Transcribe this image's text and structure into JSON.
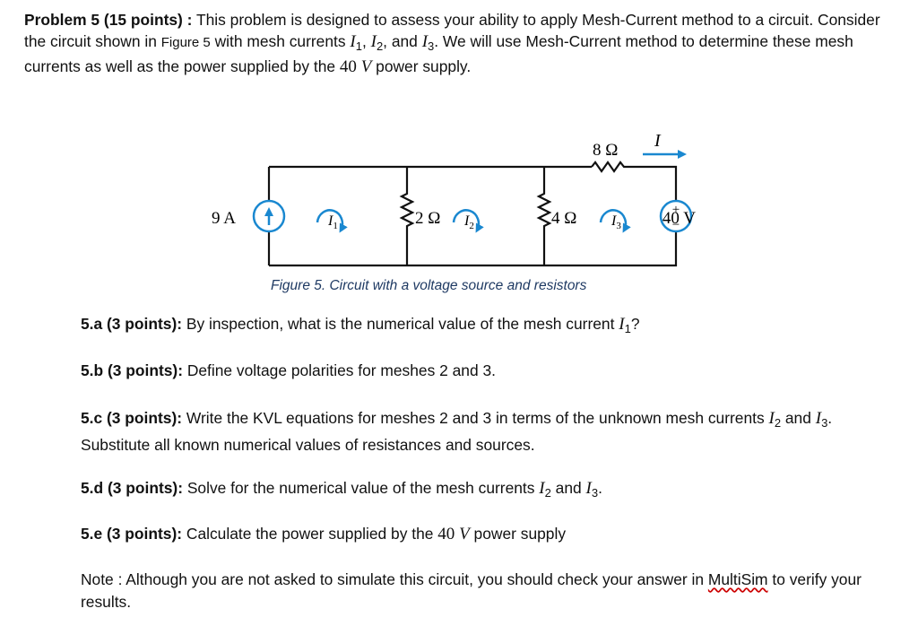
{
  "intro": {
    "label": "Problem 5 (15 points) :",
    "s1": " This problem is designed to assess your ability to apply Mesh-Current method to a circuit.  Consider the circuit shown in ",
    "fig_ref": "Figure 5",
    "s2": " with mesh currents ",
    "var_I": "I",
    "n1": "1",
    "n2": "2",
    "n3": "3",
    "comma": ", ",
    "comma_and": ", and ",
    "s3": ".  We will use Mesh-Current method to determine these mesh currents as well as the power supplied by the ",
    "v40": "40",
    "unit_V": "V",
    "s4": " power supply."
  },
  "figure": {
    "current_source": "9 A",
    "r1": "2 Ω",
    "r2": "4 Ω",
    "r3": "8 Ω",
    "branch_current": "I",
    "mesh_I": "I",
    "mesh1_sub": "1",
    "mesh2_sub": "2",
    "mesh3_sub": "3",
    "voltage_source": "40 V",
    "plus": "+",
    "minus": "−",
    "caption": "Figure 5. Circuit with a voltage source and resistors",
    "wire_color": "#111111",
    "accent_color": "#1a88d0"
  },
  "questions": {
    "a_label": "5.a (3 points):",
    "a_text": "  By inspection, what is the numerical value of the mesh current ",
    "a_var": "I",
    "a_sub": "1",
    "a_end": "?",
    "b_label": "5.b (3 points):",
    "b_text": "  Define voltage polarities for meshes 2 and 3.",
    "c_label": "5.c (3 points):",
    "c_text": " Write the KVL equations for meshes 2 and 3 in terms of the unknown mesh currents ",
    "c_var2": "I",
    "c_sub2": "2",
    "c_and": " and ",
    "c_var3": "I",
    "c_sub3": "3",
    "c_end": ".  Substitute all known numerical values of resistances and sources.",
    "d_label": "5.d (3 points):",
    "d_text": " Solve for the numerical value of the mesh currents ",
    "d_var2": "I",
    "d_sub2": "2",
    "d_and": " and ",
    "d_var3": "I",
    "d_sub3": "3",
    "d_end": ".",
    "e_label": "5.e (3 points):",
    "e_text": " Calculate the power supplied by the ",
    "e_num": "40",
    "e_unit": "V",
    "e_end": " power supply",
    "note_text": "Note : Although you are not asked to simulate this circuit, you should check your answer in ",
    "note_link": "MultiSim",
    "note_end": " to verify your results."
  }
}
